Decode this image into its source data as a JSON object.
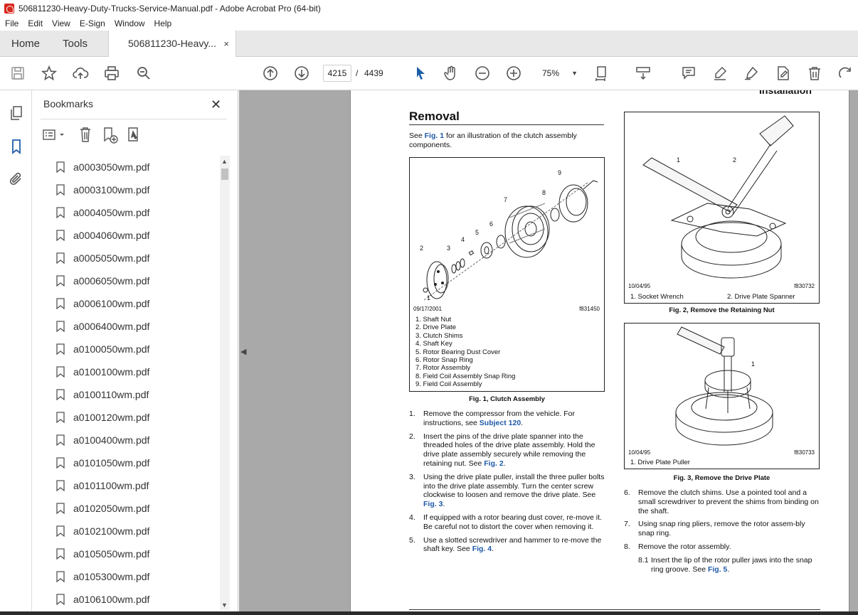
{
  "window": {
    "title": "506811230-Heavy-Duty-Trucks-Service-Manual.pdf - Adobe Acrobat Pro (64-bit)"
  },
  "menu": [
    "File",
    "Edit",
    "View",
    "E-Sign",
    "Window",
    "Help"
  ],
  "tabs": {
    "home": "Home",
    "tools": "Tools",
    "document": "506811230-Heavy...",
    "close": "×"
  },
  "toolbar": {
    "page_current": "4215",
    "page_sep": "/",
    "page_total": "4439",
    "zoom": "75%"
  },
  "bookmarks": {
    "title": "Bookmarks",
    "close": "✕",
    "items": [
      "a0003050wm.pdf",
      "a0003100wm.pdf",
      "a0004050wm.pdf",
      "a0004060wm.pdf",
      "a0005050wm.pdf",
      "a0006050wm.pdf",
      "a0006100wm.pdf",
      "a0006400wm.pdf",
      "a0100050wm.pdf",
      "a0100100wm.pdf",
      "a0100110wm.pdf",
      "a0100120wm.pdf",
      "a0100400wm.pdf",
      "a0101050wm.pdf",
      "a0101100wm.pdf",
      "a0102050wm.pdf",
      "a0102100wm.pdf",
      "a0105050wm.pdf",
      "a0105300wm.pdf",
      "a0106100wm.pdf"
    ]
  },
  "document": {
    "header_cut": "Installation",
    "heading": "Removal",
    "intro": {
      "pre": "See ",
      "link": "Fig. 1",
      "post": " for an illustration of the clutch assembly components."
    },
    "fig1": {
      "date": "09/17/2001",
      "id": "f831450",
      "callouts": [
        "1",
        "2",
        "3",
        "4",
        "5",
        "6",
        "7",
        "8",
        "9"
      ],
      "legend": [
        "1.  Shaft Nut",
        "2.  Drive Plate",
        "3.  Clutch Shims",
        "4.  Shaft Key",
        "5.  Rotor Bearing Dust Cover",
        "6.  Rotor Snap Ring",
        "7.  Rotor Assembly",
        "8.  Field Coil Assembly Snap Ring",
        "9.  Field Coil Assembly"
      ],
      "caption": "Fig. 1, Clutch Assembly"
    },
    "fig2": {
      "date": "10/04/95",
      "id": "f830732",
      "callouts": [
        "1",
        "2"
      ],
      "legend_a": "1.  Socket Wrench",
      "legend_b": "2.  Drive Plate Spanner",
      "caption": "Fig. 2, Remove the Retaining Nut"
    },
    "fig3": {
      "date": "10/04/95",
      "id": "f830733",
      "callouts": [
        "1"
      ],
      "legend": "1.  Drive Plate Puller",
      "caption": "Fig. 3, Remove the Drive Plate"
    },
    "steps_left": [
      {
        "num": "1.",
        "pre": "Remove the compressor from the vehicle. For instructions, see ",
        "link": "Subject 120",
        "post": "."
      },
      {
        "num": "2.",
        "pre": "Insert the pins of the drive plate spanner into the threaded holes of the drive plate assembly. Hold the drive plate assembly securely while removing the retaining nut. See ",
        "link": "Fig. 2",
        "post": "."
      },
      {
        "num": "3.",
        "pre": "Using the drive plate puller, install the three puller bolts into the drive plate assembly. Turn the center screw clockwise to loosen and remove the drive plate. See ",
        "link": "Fig. 3",
        "post": "."
      },
      {
        "num": "4.",
        "pre": "If equipped with a rotor bearing dust cover, re-move it. Be careful not to distort the cover when removing it.",
        "link": "",
        "post": ""
      },
      {
        "num": "5.",
        "pre": "Use a slotted screwdriver and hammer to re-move the shaft key. See ",
        "link": "Fig. 4",
        "post": "."
      }
    ],
    "steps_right": [
      {
        "num": "6.",
        "pre": "Remove the clutch shims. Use a pointed tool and a small screwdriver to prevent the shims from binding on the shaft.",
        "link": "",
        "post": ""
      },
      {
        "num": "7.",
        "pre": "Using snap ring pliers, remove the rotor assem-bly snap ring.",
        "link": "",
        "post": ""
      },
      {
        "num": "8.",
        "pre": "Remove the rotor assembly.",
        "link": "",
        "post": ""
      }
    ],
    "substep": {
      "num": "8.1",
      "pre": "Insert the lip of the rotor puller jaws into the snap ring groove. See ",
      "link": "Fig. 5",
      "post": "."
    }
  }
}
